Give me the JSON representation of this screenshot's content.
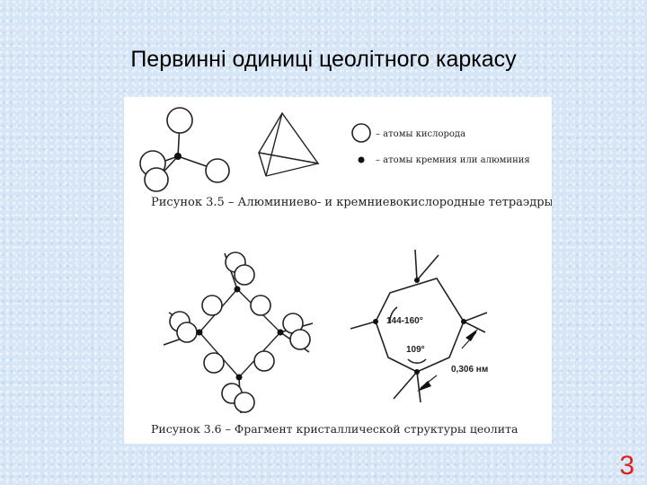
{
  "slide": {
    "title": "Первинні одиниці цеолітного каркасу",
    "page_number": "3",
    "accent_color": "#e0201b"
  },
  "figure_top": {
    "legend_oxygen": "– атомы кислорода",
    "legend_silicon": "– атомы кремния или алюминия",
    "caption": "Рисунок 3.5 – Алюминиево-  и кремниевокислородные тетраэдры"
  },
  "figure_bottom": {
    "angle_label": "144-160°",
    "angle_label_2": "109°",
    "distance_label": "0,306 нм",
    "caption": "Рисунок 3.6 – Фрагмент кристаллической структуры цеолита"
  }
}
